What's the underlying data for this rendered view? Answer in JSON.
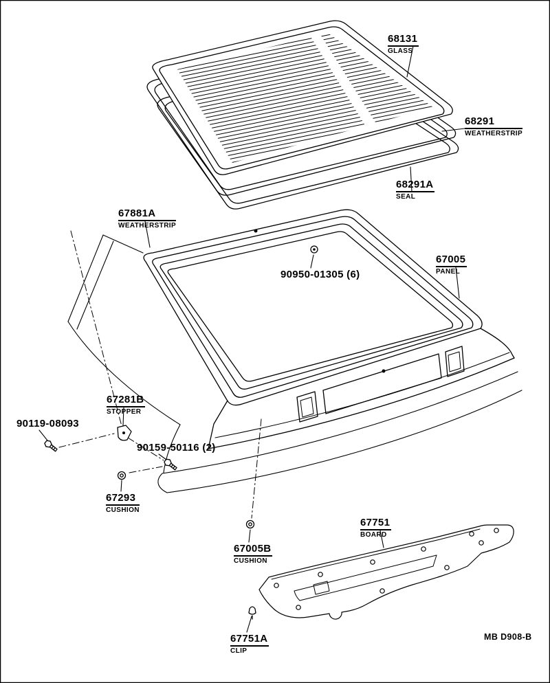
{
  "page": {
    "doc_code": "MB D908-B"
  },
  "labels": {
    "glass": {
      "num": "68131",
      "name": "GLASS"
    },
    "weatherstrip_bw": {
      "num": "68291",
      "name": "WEATHERSTRIP"
    },
    "seal": {
      "num": "68291A",
      "name": "SEAL"
    },
    "weatherstrip_bd": {
      "num": "67881A",
      "name": "WEATHERSTRIP"
    },
    "screw_grommet": {
      "num": "90950-01305 (6)",
      "name": ""
    },
    "panel": {
      "num": "67005",
      "name": "PANEL"
    },
    "stopper": {
      "num": "67281B",
      "name": "STOPPER"
    },
    "bolt_a": {
      "num": "90119-08093",
      "name": ""
    },
    "screw_b": {
      "num": "90159-50116 (2)",
      "name": ""
    },
    "cushion_a": {
      "num": "67293",
      "name": "CUSHION"
    },
    "cushion_b": {
      "num": "67005B",
      "name": "CUSHION"
    },
    "board": {
      "num": "67751",
      "name": "BOARD"
    },
    "clip": {
      "num": "67751A",
      "name": "CLIP"
    }
  }
}
